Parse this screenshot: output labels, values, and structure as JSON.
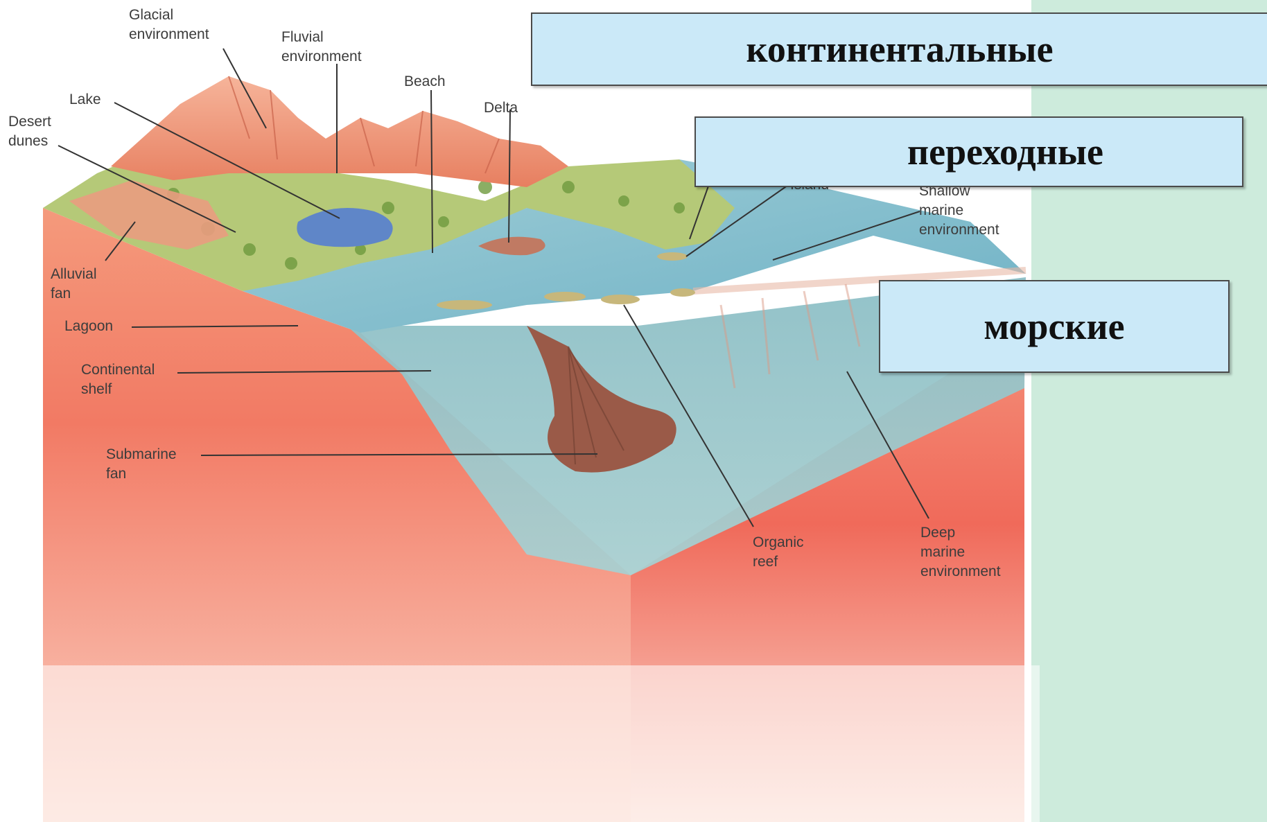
{
  "labels": {
    "glacial": "Glacial\nenvironment",
    "fluvial": "Fluvial\nenvironment",
    "beach": "Beach",
    "delta": "Delta",
    "lake": "Lake",
    "desert_dunes": "Desert\ndunes",
    "alluvial_fan": "Alluvial\nfan",
    "lagoon": "Lagoon",
    "continental_shelf": "Continental\nshelf",
    "submarine_fan": "Submarine\nfan",
    "organic_reef": "Organic\nreef",
    "deep_marine": "Deep\nmarine\nenvironment",
    "shallow_marine": "Shallow\nmarine\nenvironment",
    "island": "Island"
  },
  "banners": {
    "continental": "континентальные",
    "transitional": "переходные",
    "marine": "морские"
  },
  "colors": {
    "side_panel": "#cdebdc",
    "banner_fill": "#cbe9f8",
    "rock": "#f08a70",
    "water": "#8fc3cf",
    "land": "#a9c46a"
  }
}
